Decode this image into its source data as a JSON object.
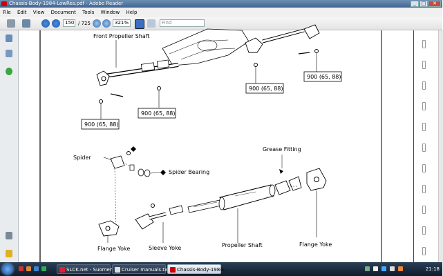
{
  "window": {
    "title": "Chassis-Body-1984-LowRes.pdf - Adobe Reader"
  },
  "menu": [
    "File",
    "Edit",
    "View",
    "Document",
    "Tools",
    "Window",
    "Help"
  ],
  "toolbar": {
    "page_current": "150",
    "page_total": "/ 725",
    "zoom": "321%",
    "find_placeholder": "Find"
  },
  "diagram": {
    "front_shaft_label": "Front Propeller Shaft",
    "torque_1": "900 (65, 88)",
    "torque_2": "900 (65, 88)",
    "torque_3": "900 (65, 88)",
    "torque_4": "900 (65, 88)",
    "spider": "Spider",
    "spider_bearing": "Spider Bearing",
    "grease_fitting": "Grease Fitting",
    "flange_yoke_left": "Flange Yoke",
    "sleeve_yoke": "Sleeve Yoke",
    "propeller_shaft": "Propeller Shaft",
    "flange_yoke_right": "Flange Yoke"
  },
  "taskbar": {
    "tasks": [
      {
        "label": "SLCK.net - Suomen ...",
        "color": "#d23"
      },
      {
        "label": "Cruiser manuals.txt",
        "color": "#ddd"
      },
      {
        "label": "Chassis-Body-1984-...",
        "color": "#c00"
      }
    ],
    "clock": "21:18"
  }
}
